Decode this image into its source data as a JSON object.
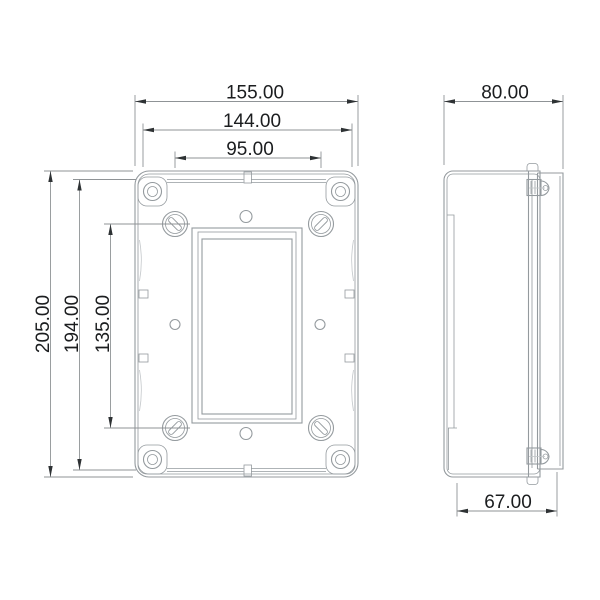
{
  "meta": {
    "type": "technical-drawing",
    "views": [
      "front",
      "side"
    ]
  },
  "colors": {
    "background": "#ffffff",
    "part_line": "#949a9e",
    "part_line_light": "#c3c7ca",
    "dim_line": "#8f9396",
    "arrow": "#2e3234",
    "text": "#1b1d1f"
  },
  "front_view": {
    "dimensions": {
      "overall_width": "155.00",
      "inner_width": "144.00",
      "screw_spacing_width": "95.00",
      "overall_height": "205.00",
      "inner_height": "194.00",
      "screw_spacing_height": "135.00"
    }
  },
  "side_view": {
    "dimensions": {
      "overall_depth": "80.00",
      "base_depth": "67.00"
    }
  }
}
